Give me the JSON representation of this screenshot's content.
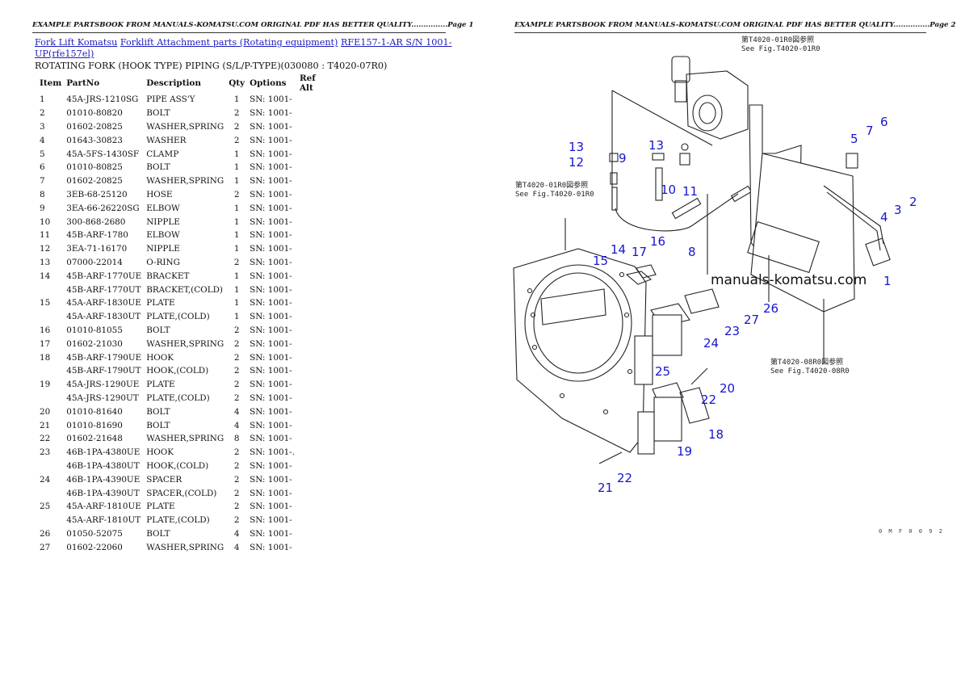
{
  "headers": {
    "left": "EXAMPLE PARTSBOOK FROM MANUALS-KOMATSU.COM ORIGINAL PDF HAS BETTER QUALITY...............Page 1",
    "right": "EXAMPLE PARTSBOOK FROM MANUALS-KOMATSU.COM ORIGINAL PDF HAS BETTER QUALITY...............Page 2"
  },
  "breadcrumb": {
    "link1": "Fork Lift Komatsu",
    "link2": "Forklift Attachment parts (Rotating equipment)",
    "link3": "RFE157-1-AR S/N 1001-UP(rfe157el)"
  },
  "subtitle": "ROTATING FORK (HOOK TYPE) PIPING (S/L/P-TYPE)(030080 : T4020-07R0)",
  "table": {
    "columns": [
      "Item",
      "PartNo",
      "Description",
      "Qty",
      "Options",
      "Ref Alt"
    ],
    "rows": [
      [
        "1",
        "45A-JRS-1210SG",
        "PIPE ASS'Y",
        "1",
        "SN: 1001-",
        ""
      ],
      [
        "2",
        "01010-80820",
        "BOLT",
        "2",
        "SN: 1001-",
        ""
      ],
      [
        "3",
        "01602-20825",
        "WASHER,SPRING",
        "2",
        "SN: 1001-",
        ""
      ],
      [
        "4",
        "01643-30823",
        "WASHER",
        "2",
        "SN: 1001-",
        ""
      ],
      [
        "5",
        "45A-5FS-1430SF",
        "CLAMP",
        "1",
        "SN: 1001-",
        ""
      ],
      [
        "6",
        "01010-80825",
        "BOLT",
        "1",
        "SN: 1001-",
        ""
      ],
      [
        "7",
        "01602-20825",
        "WASHER,SPRING",
        "1",
        "SN: 1001-",
        ""
      ],
      [
        "8",
        "3EB-68-25120",
        "HOSE",
        "2",
        "SN: 1001-",
        ""
      ],
      [
        "9",
        "3EA-66-26220SG",
        "ELBOW",
        "1",
        "SN: 1001-",
        ""
      ],
      [
        "10",
        "300-868-2680",
        "NIPPLE",
        "1",
        "SN: 1001-",
        ""
      ],
      [
        "11",
        "45B-ARF-1780",
        "ELBOW",
        "1",
        "SN: 1001-",
        ""
      ],
      [
        "12",
        "3EA-71-16170",
        "NIPPLE",
        "1",
        "SN: 1001-",
        ""
      ],
      [
        "13",
        "07000-22014",
        "O-RING",
        "2",
        "SN: 1001-",
        ""
      ],
      [
        "14",
        "45B-ARF-1770UE",
        "BRACKET",
        "1",
        "SN: 1001-",
        ""
      ],
      [
        "",
        "45B-ARF-1770UT",
        "BRACKET,(COLD)",
        "1",
        "SN: 1001-",
        ""
      ],
      [
        "15",
        "45A-ARF-1830UE",
        "PLATE",
        "1",
        "SN: 1001-",
        ""
      ],
      [
        "",
        "45A-ARF-1830UT",
        "PLATE,(COLD)",
        "1",
        "SN: 1001-",
        ""
      ],
      [
        "16",
        "01010-81055",
        "BOLT",
        "2",
        "SN: 1001-",
        ""
      ],
      [
        "17",
        "01602-21030",
        "WASHER,SPRING",
        "2",
        "SN: 1001-",
        ""
      ],
      [
        "18",
        "45B-ARF-1790UE",
        "HOOK",
        "2",
        "SN: 1001-",
        ""
      ],
      [
        "",
        "45B-ARF-1790UT",
        "HOOK,(COLD)",
        "2",
        "SN: 1001-",
        ""
      ],
      [
        "19",
        "45A-JRS-1290UE",
        "PLATE",
        "2",
        "SN: 1001-",
        ""
      ],
      [
        "",
        "45A-JRS-1290UT",
        "PLATE,(COLD)",
        "2",
        "SN: 1001-",
        ""
      ],
      [
        "20",
        "01010-81640",
        "BOLT",
        "4",
        "SN: 1001-",
        ""
      ],
      [
        "21",
        "01010-81690",
        "BOLT",
        "4",
        "SN: 1001-",
        ""
      ],
      [
        "22",
        "01602-21648",
        "WASHER,SPRING",
        "8",
        "SN: 1001-",
        ""
      ],
      [
        "23",
        "46B-1PA-4380UE",
        "HOOK",
        "2",
        "SN: 1001-.",
        ""
      ],
      [
        "",
        "46B-1PA-4380UT",
        "HOOK,(COLD)",
        "2",
        "SN: 1001-",
        ""
      ],
      [
        "24",
        "46B-1PA-4390UE",
        "SPACER",
        "2",
        "SN: 1001-",
        ""
      ],
      [
        "",
        "46B-1PA-4390UT",
        "SPACER,(COLD)",
        "2",
        "SN: 1001-",
        ""
      ],
      [
        "25",
        "45A-ARF-1810UE",
        "PLATE",
        "2",
        "SN: 1001-",
        ""
      ],
      [
        "",
        "45A-ARF-1810UT",
        "PLATE,(COLD)",
        "2",
        "SN: 1001-",
        ""
      ],
      [
        "26",
        "01050-52075",
        "BOLT",
        "4",
        "SN: 1001-",
        ""
      ],
      [
        "27",
        "01602-22060",
        "WASHER,SPRING",
        "4",
        "SN: 1001-",
        ""
      ]
    ]
  },
  "diagram": {
    "watermark": "manuals-komatsu.com",
    "ref_top_jp": "第T4020-01R0図参照",
    "ref_top_en": "See Fig.T4020-01R0",
    "ref_left_jp": "第T4020-01R0図参照",
    "ref_left_en": "See Fig.T4020-01R0",
    "ref_bottom_jp": "第T4020-08R0図参照",
    "ref_bottom_en": "See Fig.T4020-08R0",
    "page_code": "0 M F 0 0 9 2",
    "callouts": [
      "13",
      "12",
      "9",
      "13",
      "10",
      "11",
      "5",
      "7",
      "6",
      "8",
      "4",
      "3",
      "2",
      "1",
      "14",
      "17",
      "16",
      "15",
      "26",
      "27",
      "23",
      "24",
      "25",
      "20",
      "22",
      "18",
      "19",
      "21",
      "22"
    ]
  }
}
